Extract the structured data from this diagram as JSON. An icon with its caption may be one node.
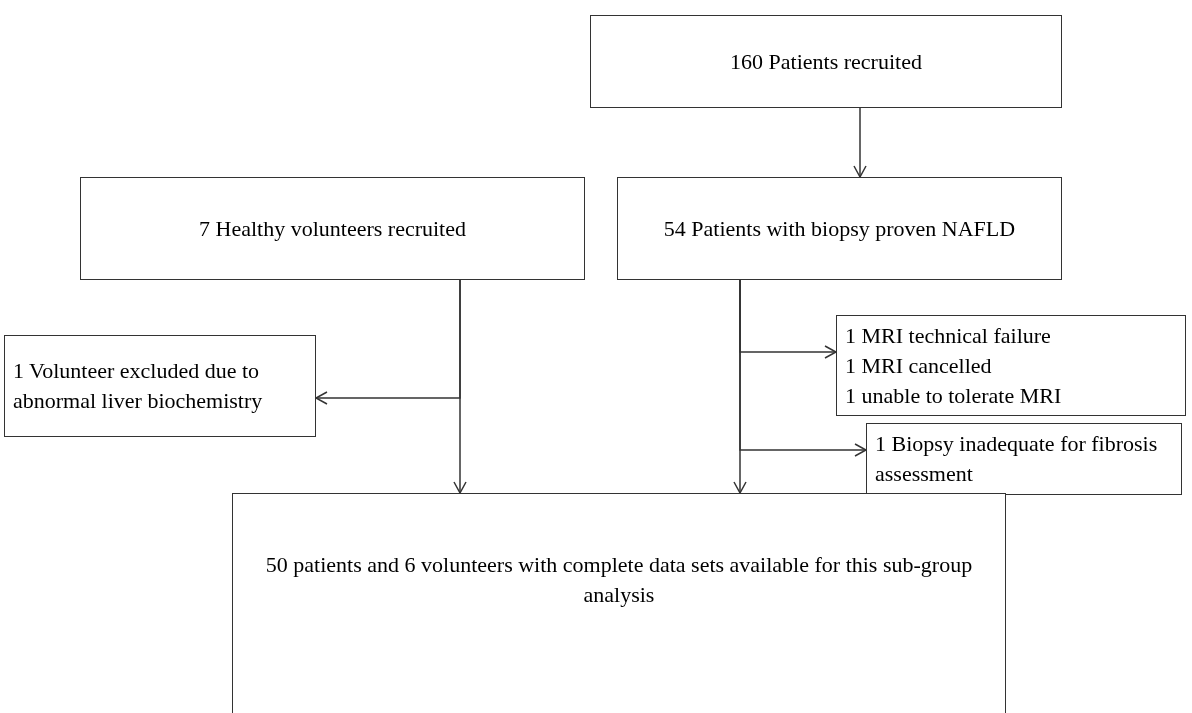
{
  "diagram": {
    "nodes": [
      {
        "text": [
          "160 Patients recruited"
        ]
      },
      {
        "text": [
          "7 Healthy volunteers recruited"
        ]
      },
      {
        "text": [
          "54 Patients with biopsy proven NAFLD"
        ]
      },
      {
        "text": [
          "1 Volunteer excluded due to abnormal liver biochemistry"
        ]
      },
      {
        "text": [
          "1 MRI technical failure",
          "1 MRI cancelled",
          "1 unable to tolerate MRI"
        ]
      },
      {
        "text": [
          "1 Biopsy inadequate for fibrosis assessment"
        ]
      },
      {
        "text": [
          "50 patients and 6 volunteers with complete data sets available for this sub-group analysis"
        ]
      }
    ],
    "edges": [
      {
        "from": 0,
        "to": 2,
        "arrow": "to"
      },
      {
        "from": 1,
        "to": 3,
        "arrow": "to"
      },
      {
        "from": 1,
        "to": 6,
        "arrow": "to"
      },
      {
        "from": 2,
        "to": 4,
        "arrow": "to"
      },
      {
        "from": 2,
        "to": 5,
        "arrow": "to"
      },
      {
        "from": 2,
        "to": 6,
        "arrow": "to"
      }
    ]
  }
}
